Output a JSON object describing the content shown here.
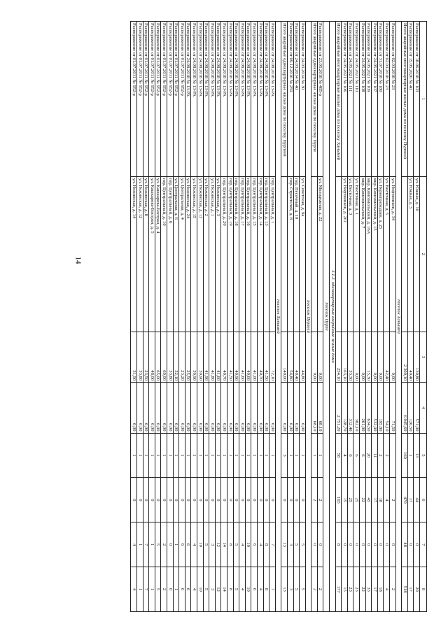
{
  "page_number": "14",
  "columns": [
    "1",
    "2",
    "3",
    "4",
    "5",
    "6",
    "7",
    "8"
  ],
  "rows": [
    {
      "kind": "row",
      "cells": [
        "Распоряжение от 18.06.2018 № 103",
        "ул. Южная, д. 10",
        "130,80",
        "571,00",
        "13",
        "44",
        "0",
        "20"
      ]
    },
    {
      "kind": "row",
      "cells": [
        "Распоряжение от 15.05.2020 № 40",
        "ул. Южная, д. 5",
        "49,40",
        "126,50",
        "1",
        "17",
        "0",
        "17"
      ]
    },
    {
      "kind": "row",
      "cells": [
        "Итого аварийные многоквартирные жилые дома по поселку Пурпеей",
        "",
        "2 300,10",
        "6 045,60",
        "169",
        "470",
        "48",
        "518"
      ]
    },
    {
      "kind": "section",
      "text": "поселок Ханымей"
    },
    {
      "kind": "row",
      "cells": [
        "Распоряжение от 02.03.2018 № 23",
        "ул. Нефтяников, д. 34",
        "0,00",
        "71,50",
        "",
        "2",
        "0",
        "2"
      ]
    },
    {
      "kind": "row",
      "cells": [
        "Распоряжение от 02.03.2018 № 23",
        "ул. Восточная, д. 5",
        "42,40",
        "54,10",
        "2",
        "4",
        "0",
        "4"
      ]
    },
    {
      "kind": "row",
      "cells": [
        "Распоряжение от 31.07.2018 № 180",
        "ул. Первопроходцев, д. 25",
        "0,00",
        "195,80",
        "2",
        "18",
        "0",
        "18"
      ]
    },
    {
      "kind": "row",
      "cells": [
        "Распоряжение от 24.05.2021 № 107",
        "мкр. Комсомольский, д. 15",
        "0,00",
        "532,90",
        "11",
        "17",
        "0",
        "17"
      ]
    },
    {
      "kind": "row",
      "cells": [
        "Распоряжение от 24.05.2021 № 109",
        "мкр. Комсомольский, д. 16А",
        "15,30",
        "634,50",
        "20",
        "45",
        "0",
        "33"
      ]
    },
    {
      "kind": "row",
      "cells": [
        "Распоряжение от 24.05.2021 № 108",
        "мкр. Комсомольский, д. 7",
        "0,00",
        "261,90",
        "6",
        "22",
        "0",
        "22"
      ]
    },
    {
      "kind": "row",
      "cells": [
        "Распоряжение от 24.05.2021 № 110",
        "ул. Восточная, д. 1",
        "0,00",
        "382,10",
        "6",
        "25",
        "0",
        "23"
      ]
    },
    {
      "kind": "row",
      "cells": [
        "Распоряжение от 24.05.2021 № 111",
        "ул. Восточная, д. 3",
        "33,30",
        "312,40",
        "6",
        "25",
        "0",
        "23"
      ]
    },
    {
      "kind": "row",
      "cells": [
        "Распоряжение от 24.05.2021 № 106",
        "ул. Нефтяников, д. 201",
        "163,10",
        "128,70",
        "4",
        "15",
        "0",
        "15"
      ]
    },
    {
      "kind": "row",
      "cells": [
        "Итого аварийные многоквартирные жилые дома по поселку Ханымей",
        "",
        "254,10",
        "2 751,20",
        "58",
        "165",
        "8",
        "177"
      ]
    },
    {
      "kind": "section",
      "text": "3.1.2. одноквартирные аварийные жилые дома"
    },
    {
      "kind": "section",
      "text": "поселок Пурпе"
    },
    {
      "kind": "row",
      "cells": [
        "Распоряжение от 23.05.2018 № 485-р",
        "ул. Молодежная, д. 22",
        "0,00",
        "68,10",
        "1",
        "2",
        "0",
        "2"
      ]
    },
    {
      "kind": "row",
      "cells": [
        "Итого аварийные одноквартирные жилые дома по поселку Пурпе",
        "",
        "0,00",
        "68,10",
        "1",
        "2",
        "0",
        "2"
      ]
    },
    {
      "kind": "section",
      "text": "поселок Пурпеей"
    },
    {
      "kind": "row",
      "cells": [
        "Распоряжение от 24.03.2014 № 30",
        "ул. Советская, д. 9а",
        "44,80",
        "0,00",
        "1",
        "0",
        "5",
        "5"
      ]
    },
    {
      "kind": "row",
      "cells": [
        "Распоряжение от 24.03.2014 № 40",
        "пер. Песочный, д. 10",
        "40,40",
        "0,00",
        "1",
        "0",
        "5",
        "5"
      ]
    },
    {
      "kind": "row",
      "cells": [
        "Распоряжение от 09.12.2016 № 259",
        "пер. Строителей, д. 8",
        "54,80",
        "0,00",
        "1",
        "0",
        "3",
        "3"
      ]
    },
    {
      "kind": "row",
      "cells": [
        "Итого аварийные одноквартирные жилые дома по поселку Пурпеей",
        "",
        "140,00",
        "0,00",
        "3",
        "0",
        "13",
        "13"
      ]
    },
    {
      "kind": "section",
      "text": "поселок Ханымей"
    },
    {
      "kind": "row",
      "cells": [
        "Распоряжение от 24.08.2018 № 13-РА",
        "пер. Центральный, д. 1",
        "72,10",
        "0,00",
        "1",
        "0",
        "7",
        "7"
      ]
    },
    {
      "kind": "row",
      "cells": [
        "Распоряжение от 24.08.2018 № 13-РА",
        "пер. Центральный, д. 13",
        "41,50",
        "0,00",
        "1",
        "0",
        "8",
        "8"
      ]
    },
    {
      "kind": "row",
      "cells": [
        "Распоряжение от 24.08.2018 № 13-РА",
        "пер. Центральный, д. 14",
        "40,70",
        "0,00",
        "1",
        "0",
        "4",
        "4"
      ]
    },
    {
      "kind": "row",
      "cells": [
        "Распоряжение от 24.08.2018 № 13-РА",
        "пер. Центральный, д. 15",
        "41,00",
        "0,00",
        "1",
        "0",
        "6",
        "6"
      ]
    },
    {
      "kind": "row",
      "cells": [
        "Распоряжение от 24.08.2018 № 13-РА",
        "пер. Центральный, д. 16",
        "40,60",
        "0,00",
        "1",
        "0",
        "10",
        "10"
      ]
    },
    {
      "kind": "row",
      "cells": [
        "Распоряжение от 24.08.2018 № 13-РА",
        "пер. Центральный, д. 17",
        "41,60",
        "0,00",
        "1",
        "0",
        "4",
        "4"
      ]
    },
    {
      "kind": "row",
      "cells": [
        "Распоряжение от 24.08.2018 № 13-РА",
        "пер. Центральный, д. 18",
        "40,90",
        "0,00",
        "1",
        "0",
        "5",
        "5"
      ]
    },
    {
      "kind": "row",
      "cells": [
        "Распоряжение от 24.08.2018 № 13-РА",
        "пер. Центральный, д. 19",
        "41,50",
        "0,00",
        "1",
        "0",
        "8",
        "8"
      ]
    },
    {
      "kind": "row",
      "cells": [
        "Распоряжение от 24.08.2018 № 13-РА",
        "пер. Центральный, д. 20",
        "40,70",
        "0,00",
        "1",
        "0",
        "14",
        "14"
      ]
    },
    {
      "kind": "row",
      "cells": [
        "Распоряжение от 24.08.2018 № 13-РА",
        "ул. Нежинская, д. 3",
        "41,60",
        "0,00",
        "1",
        "0",
        "12",
        "12"
      ]
    },
    {
      "kind": "row",
      "cells": [
        "Распоряжение от 24.08.2018 № 13-РА",
        "ул. Нежинская, д. 1",
        "41,80",
        "0,00",
        "1",
        "0",
        "3",
        "3"
      ]
    },
    {
      "kind": "row",
      "cells": [
        "Распоряжение от 24.08.2018 № 13-РА",
        "ул. Нежинская, д. 2",
        "41,90",
        "0,00",
        "1",
        "0",
        "5",
        "5"
      ]
    },
    {
      "kind": "row",
      "cells": [
        "Распоряжение от 24.08.2018 № 13-РА",
        "ул. Нежинская, д. 13",
        "39,90",
        "0,00",
        "1",
        "0",
        "10",
        "10"
      ]
    },
    {
      "kind": "row",
      "cells": [
        "Распоряжение от 24.08.2018 № 13-РА",
        "ул. Нежинская, д. 15",
        "39,90",
        "0,00",
        "1",
        "0",
        "4",
        "4"
      ]
    },
    {
      "kind": "row",
      "cells": [
        "Распоряжение от 24.08.2018 № 13-РА",
        "ул. Нежинская, д. 24",
        "25,50",
        "0,00",
        "1",
        "0",
        "6",
        "6"
      ]
    },
    {
      "kind": "row",
      "cells": [
        "Распоряжение от 01.07.2011 № 952-р",
        "ул. Центральная, д. 4",
        "23,20",
        "0,00",
        "1",
        "0",
        "6",
        "6"
      ]
    },
    {
      "kind": "row",
      "cells": [
        "Распоряжение от 01.07.2011 № 952-р",
        "ул. Центральная, д. 6",
        "32,10",
        "0,00",
        "1",
        "0",
        "1",
        "1"
      ]
    },
    {
      "kind": "row",
      "cells": [
        "Распоряжение от 01.07.2011 № 952-р",
        "пер. Центральный, д. 6",
        "33,80",
        "0,00",
        "1",
        "0",
        "0",
        "0"
      ]
    },
    {
      "kind": "row",
      "cells": [
        "Распоряжение от 01.07.2011 № 952-р",
        "пер. Центральный, д. 10",
        "69,00",
        "0,00",
        "1",
        "0",
        "2",
        "2"
      ]
    },
    {
      "kind": "row",
      "cells": [
        "Распоряжение от 01.07.2011 № 952-р",
        "ул. Кашкарова-Бостран, д. 4",
        "65,00",
        "0,00",
        "1",
        "0",
        "5",
        "5"
      ]
    },
    {
      "kind": "row",
      "cells": [
        "Распоряжение от 01.07.2011 № 952-р",
        "ул. Кашкарова-Бостран, д. 5",
        "48,00",
        "0,00",
        "1",
        "0",
        "1",
        "1"
      ]
    },
    {
      "kind": "row",
      "cells": [
        "Распоряжение от 01.07.2011 № 952-р",
        "ул. Нежинская, д. 8",
        "23,50",
        "0,00",
        "1",
        "0",
        "7",
        "7"
      ]
    },
    {
      "kind": "row",
      "cells": [
        "Распоряжение от 01.07.2011 № 952-р",
        "ул. Нежинская, д. 12",
        "33,80",
        "0,00",
        "1",
        "0",
        "1",
        "1"
      ]
    },
    {
      "kind": "row",
      "cells": [
        "Распоряжение от 01.07.2011 № 952-р",
        "ул. Нежинская, д. 14",
        "31,90",
        "0,00",
        "1",
        "0",
        "4",
        "4"
      ]
    }
  ]
}
